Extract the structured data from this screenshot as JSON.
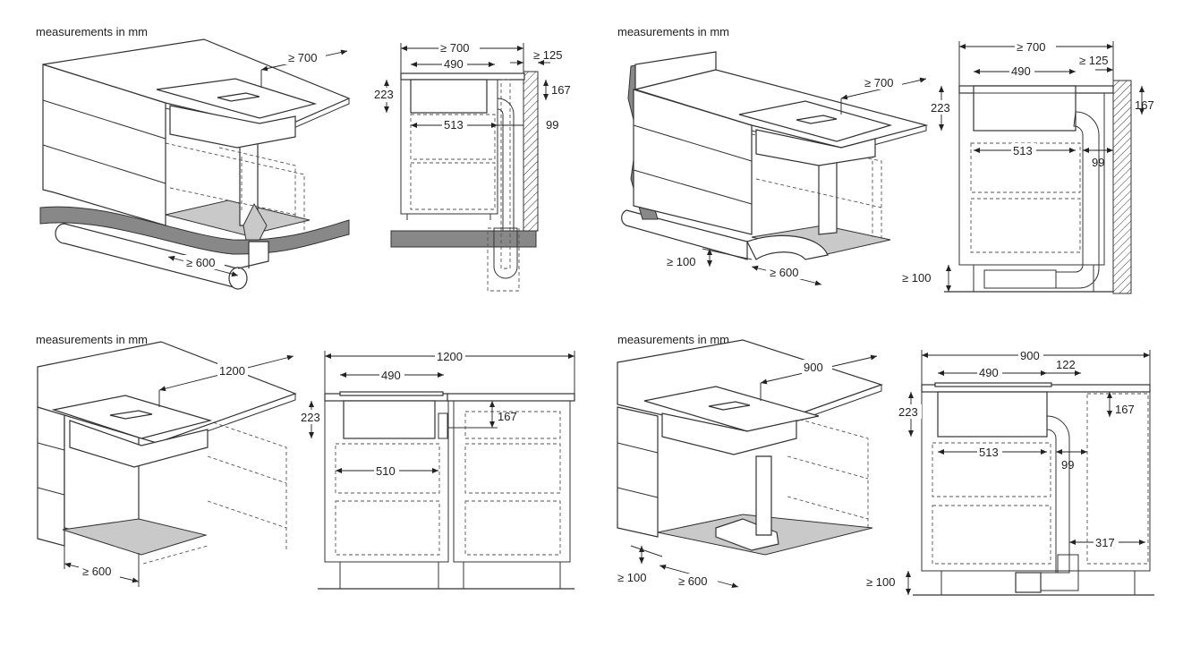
{
  "heading": "measurements in mm",
  "panels": [
    {
      "id": "top-left",
      "heading": "measurements in mm",
      "perspective_dims": [
        "≥ 700",
        "≥ 600"
      ],
      "elevation_dims": [
        "≥ 700",
        "490",
        "≥ 125",
        "223",
        "167",
        "513",
        "99"
      ]
    },
    {
      "id": "top-right",
      "heading": "measurements in mm",
      "perspective_dims": [
        "≥ 700",
        "≥ 100",
        "≥ 600"
      ],
      "elevation_dims": [
        "≥ 700",
        "490",
        "≥ 125",
        "223",
        "167",
        "513",
        "99",
        "≥ 100"
      ]
    },
    {
      "id": "bottom-left",
      "heading": "measurements in mm",
      "perspective_dims": [
        "1200",
        "≥ 600"
      ],
      "elevation_dims": [
        "1200",
        "490",
        "223",
        "167",
        "510"
      ]
    },
    {
      "id": "bottom-right",
      "heading": "measurements in mm",
      "perspective_dims": [
        "900",
        "≥ 100",
        "≥ 600"
      ],
      "elevation_dims": [
        "900",
        "490",
        "122",
        "223",
        "167",
        "513",
        "99",
        "317",
        "≥ 100"
      ]
    }
  ],
  "colors": {
    "grey_fill": "#c9c9c9",
    "dark_grey": "#888888",
    "line": "#333333"
  }
}
